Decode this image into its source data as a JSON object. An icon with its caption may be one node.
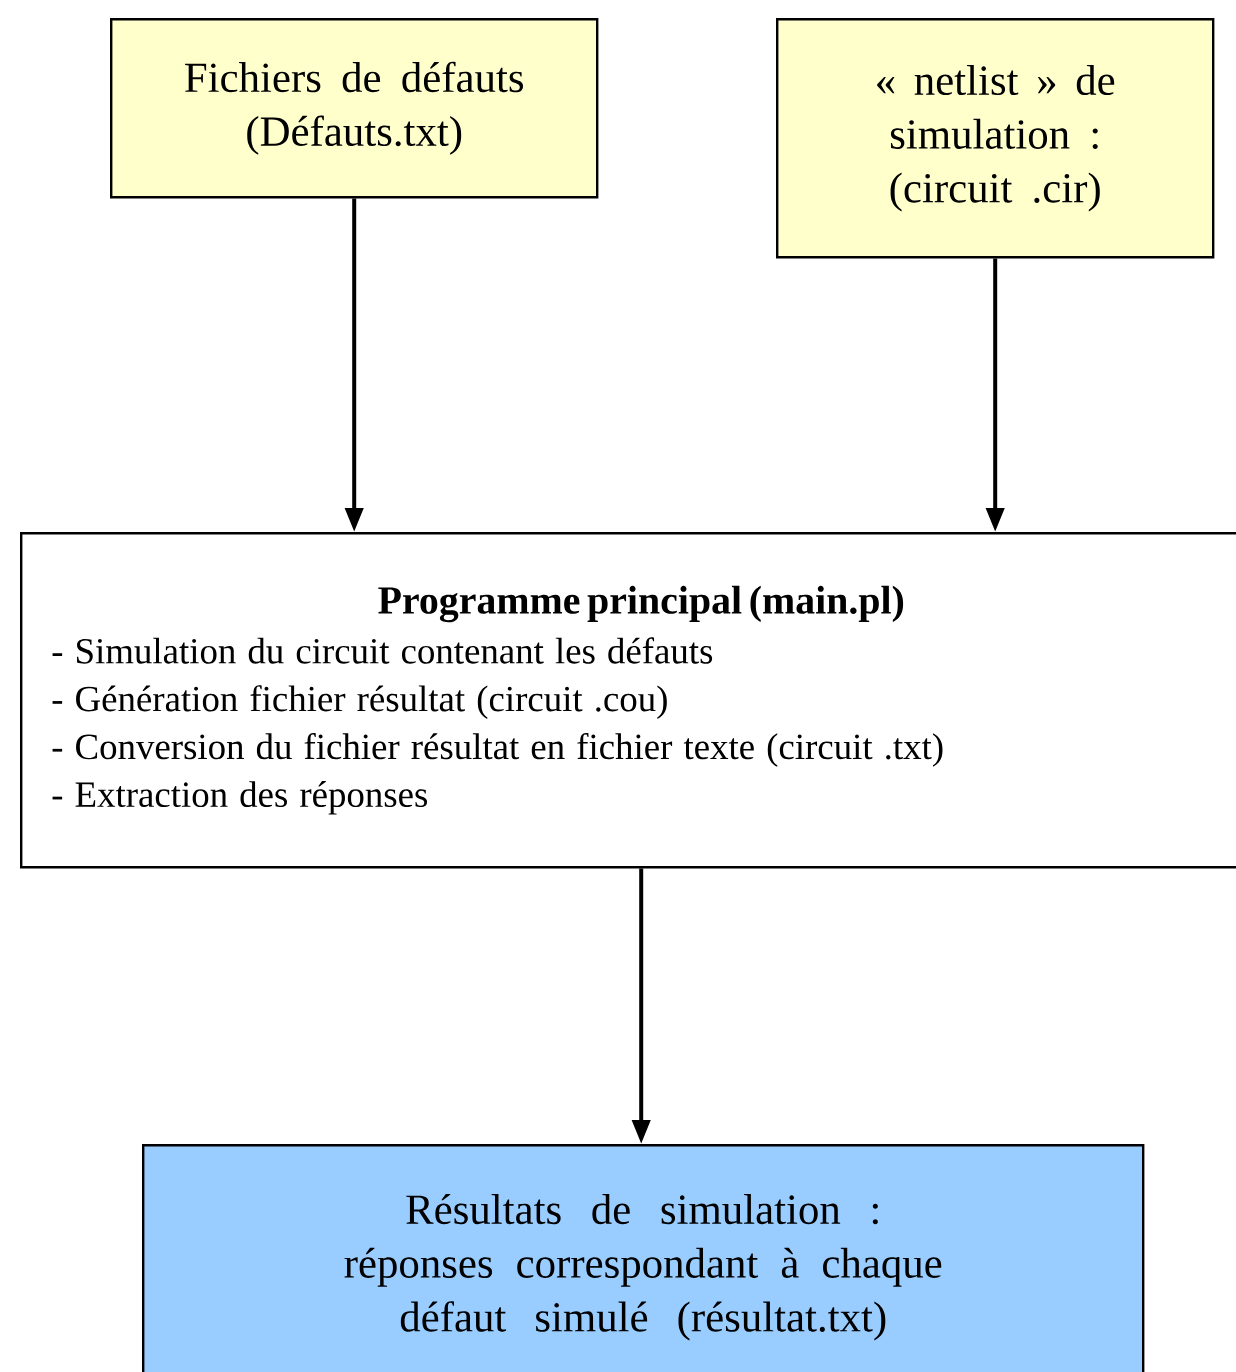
{
  "diagram": {
    "nodes": [
      {
        "text": [
          "Fichiers de défauts (Défauts.txt)"
        ]
      },
      {
        "text": [
          "« netlist » de simulation : (circuit .cir)"
        ]
      },
      {
        "text": [
          "Programme principal (main.pl)",
          "- Simulation du circuit contenant les défauts",
          "- Génération fichier résultat (circuit .cou)",
          "- Conversion du fichier résultat en fichier texte (circuit .txt)",
          "- Extraction des réponses"
        ]
      },
      {
        "text": [
          "Résultats de simulation : réponses correspondant à chaque défaut simulé (résultat.txt)"
        ]
      }
    ],
    "edges": [
      {
        "from": 0,
        "to": 2,
        "arrow": "to"
      },
      {
        "from": 1,
        "to": 2,
        "arrow": "to"
      },
      {
        "from": 2,
        "to": 3,
        "arrow": "to"
      }
    ]
  }
}
